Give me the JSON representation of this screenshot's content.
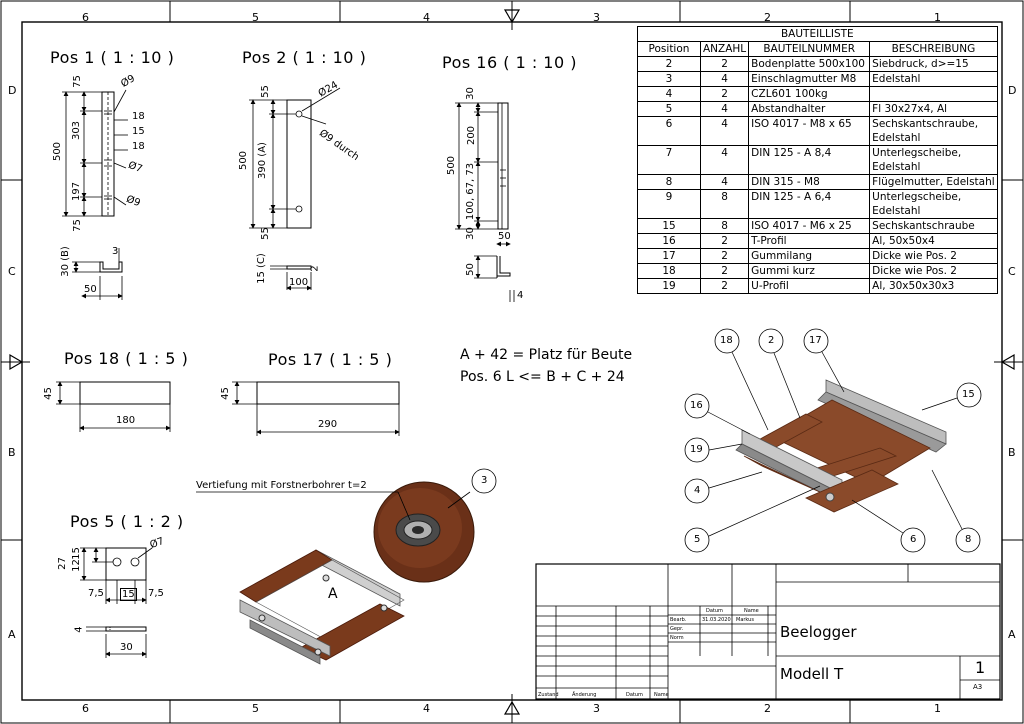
{
  "zones": {
    "top": [
      "6",
      "5",
      "4",
      "3",
      "2",
      "1"
    ],
    "bottom": [
      "6",
      "5",
      "4",
      "3",
      "2",
      "1"
    ],
    "left": [
      "D",
      "C",
      "B",
      "A"
    ],
    "right": [
      "D",
      "C",
      "B",
      "A"
    ]
  },
  "bom": {
    "title": "BAUTEILLISTE",
    "headers": [
      "Position",
      "ANZAHL",
      "BAUTEILNUMMER",
      "BESCHREIBUNG"
    ],
    "rows": [
      {
        "pos": "2",
        "qty": "2",
        "part": "Bodenplatte 500x100",
        "desc": [
          "Siebdruck, d>=15"
        ]
      },
      {
        "pos": "3",
        "qty": "4",
        "part": "Einschlagmutter M8",
        "desc": [
          "Edelstahl"
        ]
      },
      {
        "pos": "4",
        "qty": "2",
        "part": "CZL601 100kg",
        "desc": [
          ""
        ]
      },
      {
        "pos": "5",
        "qty": "4",
        "part": "Abstandhalter",
        "desc": [
          "Fl 30x27x4, Al"
        ]
      },
      {
        "pos": "6",
        "qty": "4",
        "part": "ISO 4017 - M8 x 65",
        "desc": [
          "Sechskantschraube,",
          "Edelstahl"
        ]
      },
      {
        "pos": "7",
        "qty": "4",
        "part": "DIN 125 - A 8,4",
        "desc": [
          "Unterlegscheibe,",
          "Edelstahl"
        ]
      },
      {
        "pos": "8",
        "qty": "4",
        "part": "DIN 315 - M8",
        "desc": [
          "Flügelmutter, Edelstahl"
        ]
      },
      {
        "pos": "9",
        "qty": "8",
        "part": "DIN 125 - A 6,4",
        "desc": [
          "Unterlegscheibe,",
          "Edelstahl"
        ]
      },
      {
        "pos": "15",
        "qty": "8",
        "part": "ISO 4017 - M6 x 25",
        "desc": [
          "Sechskantschraube"
        ]
      },
      {
        "pos": "16",
        "qty": "2",
        "part": "T-Profil",
        "desc": [
          "Al, 50x50x4"
        ]
      },
      {
        "pos": "17",
        "qty": "2",
        "part": "Gummilang",
        "desc": [
          "Dicke wie Pos. 2"
        ]
      },
      {
        "pos": "18",
        "qty": "2",
        "part": "Gummi kurz",
        "desc": [
          "Dicke wie Pos. 2"
        ]
      },
      {
        "pos": "19",
        "qty": "2",
        "part": "U-Profil",
        "desc": [
          "Al, 30x50x30x3"
        ]
      }
    ]
  },
  "views": {
    "pos1": {
      "title": "Pos 1 ( 1 : 10 )",
      "dims": {
        "total": "500",
        "d75a": "75",
        "d303": "303",
        "d197": "197",
        "d75b": "75",
        "phi9a": "Ø9",
        "phi7": "Ø7",
        "phi9b": "Ø9",
        "d18a": "18",
        "d15": "15",
        "d18b": "18",
        "d30b": "30 (B)",
        "d3": "3",
        "d50": "50"
      }
    },
    "pos2": {
      "title": "Pos 2 ( 1 : 10 )",
      "dims": {
        "total": "500",
        "d55a": "55",
        "d390": "390 (A)",
        "d55b": "55",
        "phi24": "Ø24",
        "phi9": "Ø9 durch",
        "d15c": "15 (C)",
        "d2": "2",
        "d100": "100"
      }
    },
    "pos16": {
      "title": "Pos 16 ( 1 : 10 )",
      "dims": {
        "total": "500",
        "d30a": "30",
        "d200": "200",
        "d67": "100, 67, 73",
        "d30b": "30",
        "d50a": "50",
        "d50b": "50",
        "d4": "4"
      }
    },
    "pos18": {
      "title": "Pos 18 ( 1 : 5 )",
      "dims": {
        "h": "45",
        "w": "180"
      }
    },
    "pos17": {
      "title": "Pos 17 ( 1 : 5 )",
      "dims": {
        "h": "45",
        "w": "290"
      }
    },
    "pos5": {
      "title": "Pos 5 ( 1 : 2 )",
      "dims": {
        "d15": "15",
        "d12": "12",
        "d27": "27",
        "phi7": "Ø7",
        "d75a": "7,5",
        "d15b": "15",
        "d75b": "7,5",
        "d4": "4",
        "d30": "30"
      }
    }
  },
  "notes": {
    "formula1": "A + 42 = Platz für Beute",
    "formula2": "Pos. 6 L <= B + C + 24",
    "vertiefung": "Vertiefung mit Forstnerbohrer t=2",
    "label_a": "A"
  },
  "balloons": {
    "b3": "3",
    "b18": "18",
    "b2": "2",
    "b17": "17",
    "b16": "16",
    "b15": "15",
    "b19": "19",
    "b4": "4",
    "b5": "5",
    "b6": "6",
    "b8": "8"
  },
  "titleblock": {
    "datum_label": "Datum",
    "name_label": "Name",
    "bearb_label": "Bearb.",
    "gepr_label": "Gepr.",
    "norm_label": "Norm",
    "date": "31.03.2020",
    "author": "Markus",
    "title": "Beelogger",
    "subtitle": "Modell T",
    "sheet": "1",
    "format": "A3",
    "zust_label": "Zustand",
    "aend_label": "Änderung",
    "datum2_label": "Datum",
    "name2_label": "Name"
  },
  "colors": {
    "wood": "#8a4a2a",
    "wood_dark": "#5a2a14",
    "aluminium": "#c8c8c8",
    "aluminium_dark": "#8a8a8a"
  }
}
